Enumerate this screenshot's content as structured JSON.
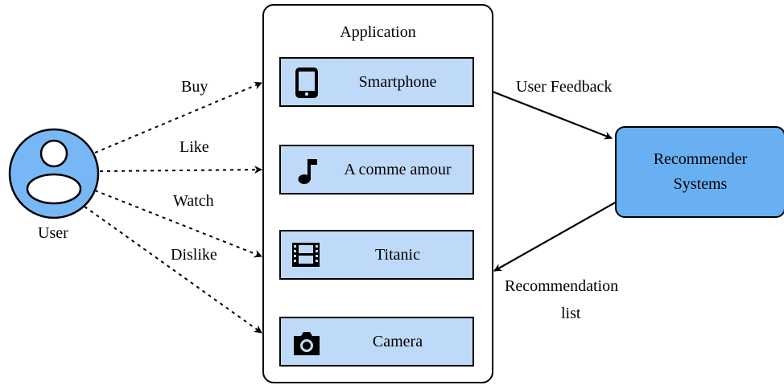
{
  "user": {
    "label": "User"
  },
  "actions": [
    "Buy",
    "Like",
    "Watch",
    "Dislike"
  ],
  "application": {
    "title": "Application",
    "items": [
      {
        "label": "Smartphone",
        "icon": "smartphone-icon"
      },
      {
        "label": "A comme amour",
        "icon": "music-note-icon"
      },
      {
        "label": "Titanic",
        "icon": "film-icon"
      },
      {
        "label": "Camera",
        "icon": "camera-icon"
      }
    ]
  },
  "recommender": {
    "line1": "Recommender",
    "line2": "Systems"
  },
  "edges": {
    "feedback": "User Feedback",
    "recommendation_line1": "Recommendation",
    "recommendation_line2": "list"
  },
  "colors": {
    "item_fill": "#bfdaf8",
    "recommender_fill": "#69b0f2",
    "user_fill": "#78b7f5"
  }
}
